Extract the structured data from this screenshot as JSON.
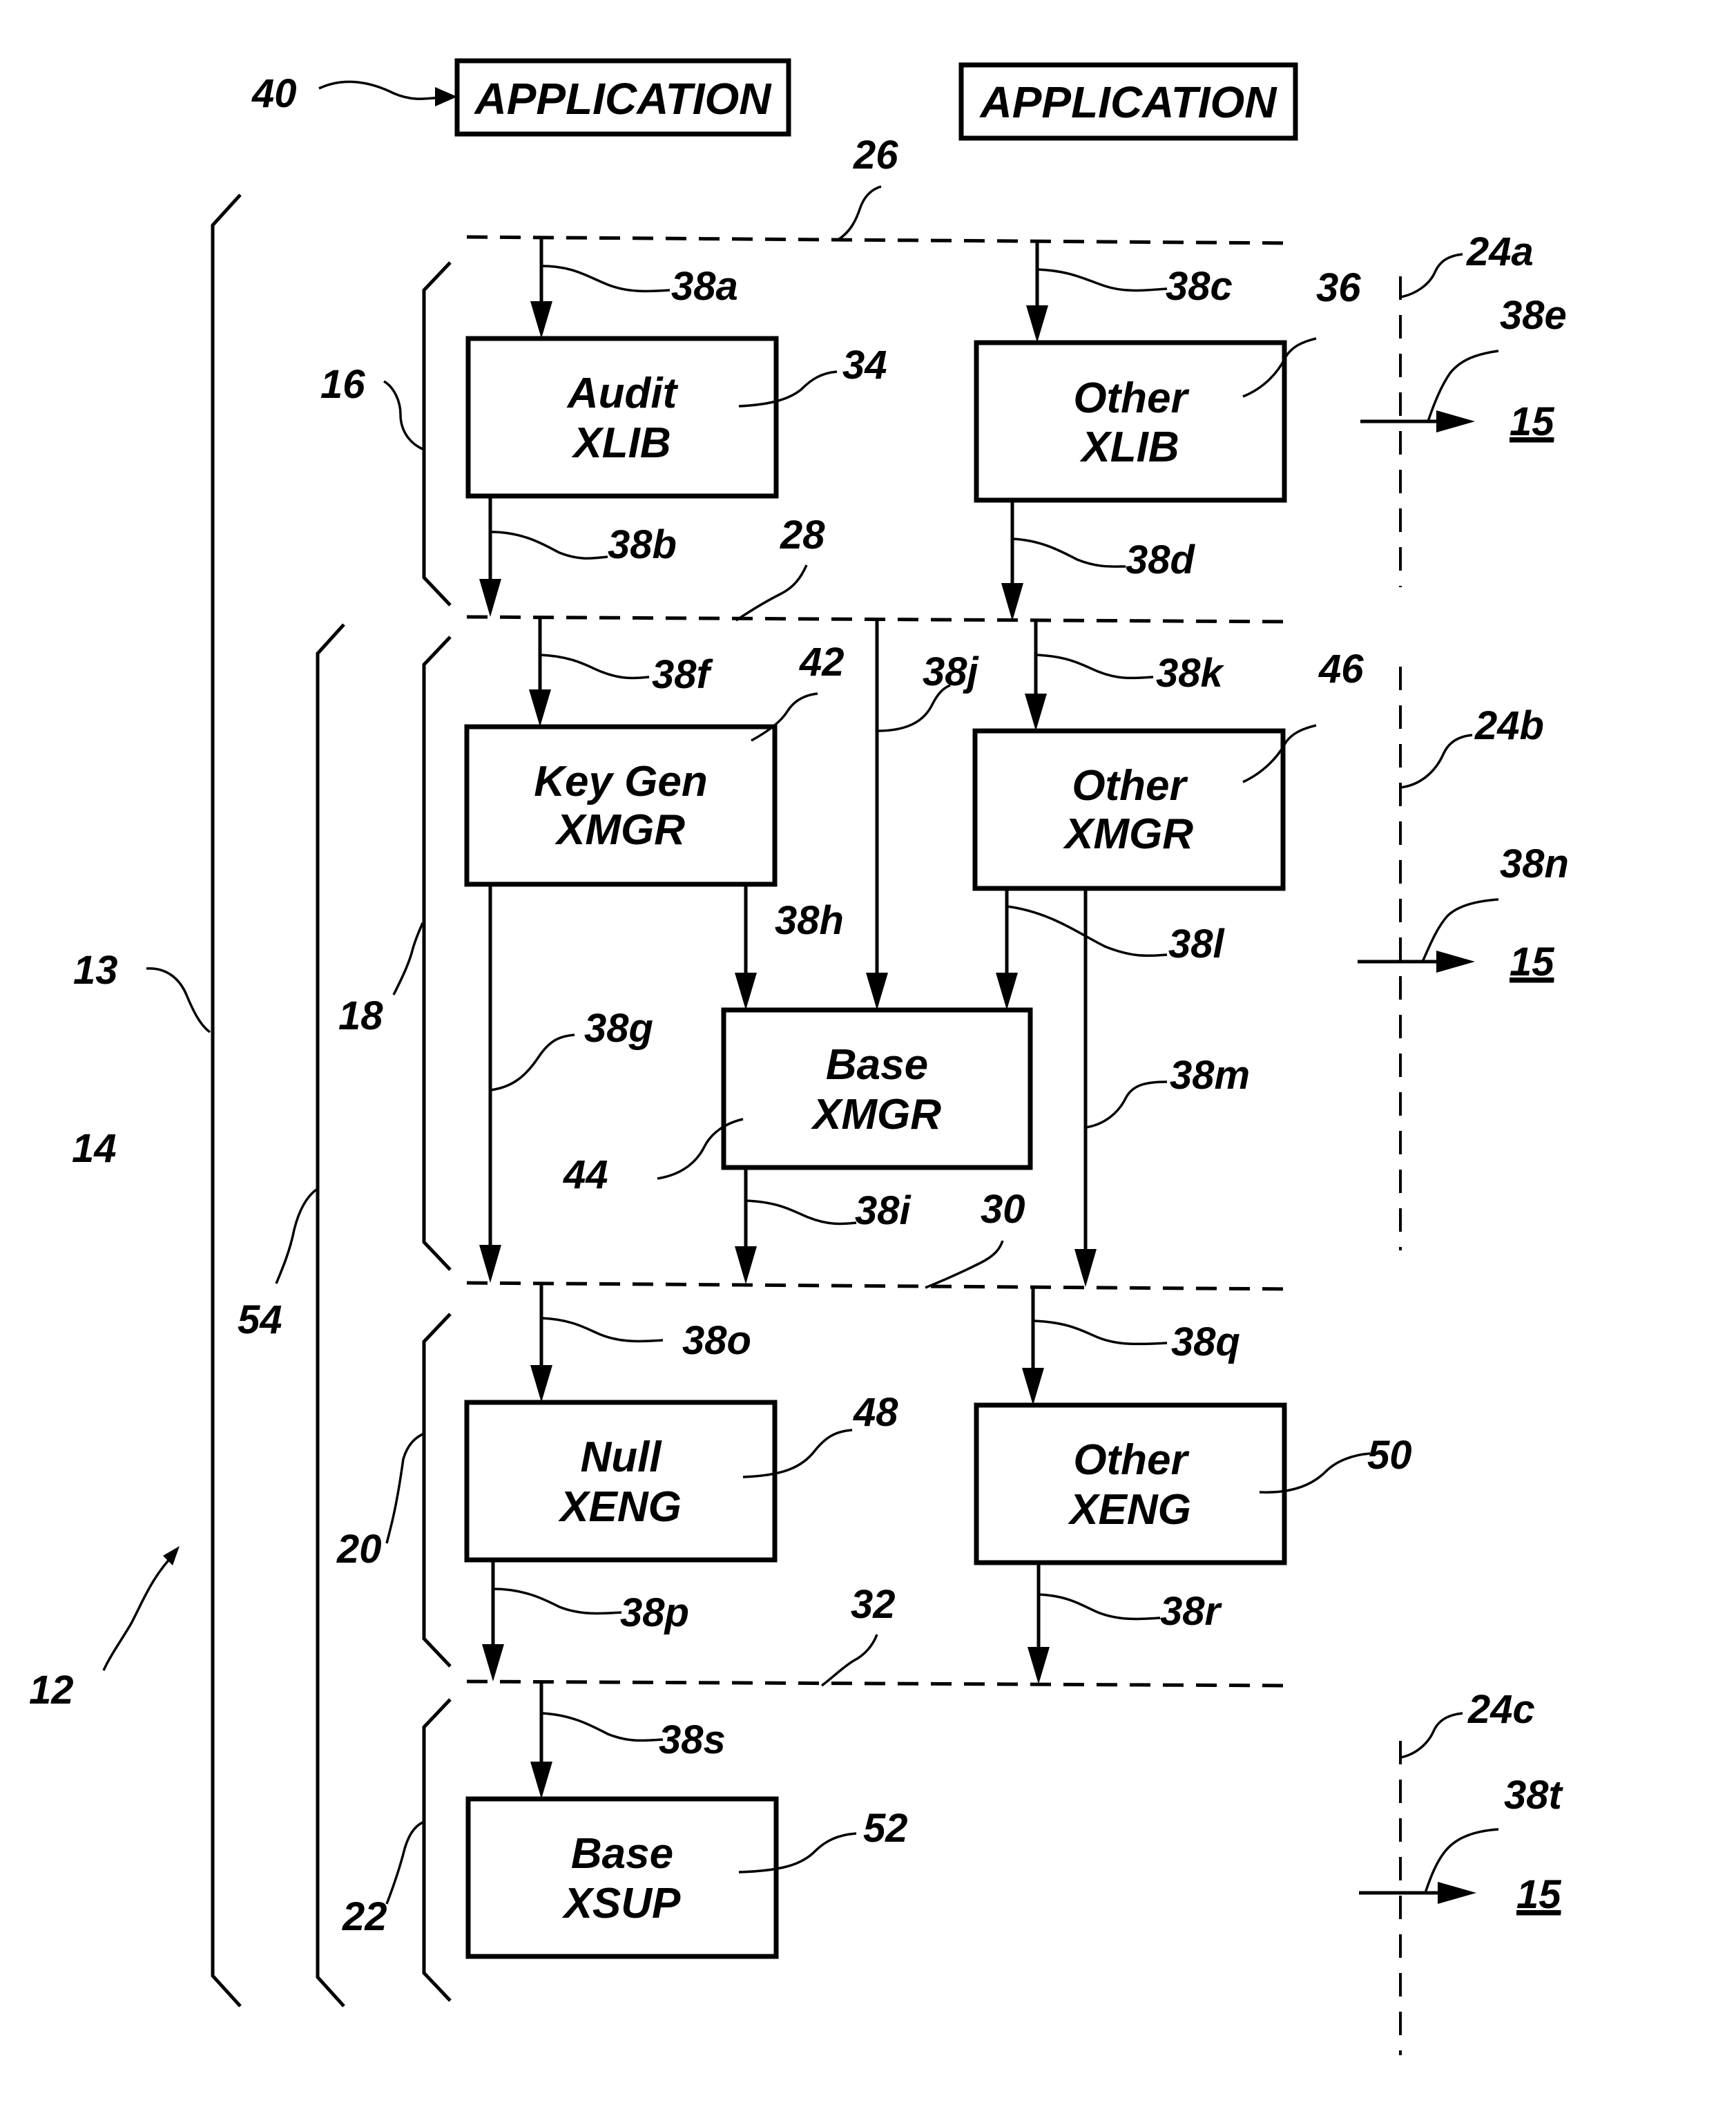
{
  "applications": [
    {
      "label": "APPLICATION",
      "ref": "40"
    },
    {
      "label": "APPLICATION"
    }
  ],
  "boxes": [
    {
      "id": "34",
      "line1": "Audit",
      "line2": "XLIB"
    },
    {
      "id": "36",
      "line1": "Other",
      "line2": "XLIB"
    },
    {
      "id": "42",
      "line1": "Key Gen",
      "line2": "XMGR"
    },
    {
      "id": "46",
      "line1": "Other",
      "line2": "XMGR"
    },
    {
      "id": "44",
      "line1": "Base",
      "line2": "XMGR"
    },
    {
      "id": "48",
      "line1": "Null",
      "line2": "XENG"
    },
    {
      "id": "50",
      "line1": "Other",
      "line2": "XENG"
    },
    {
      "id": "52",
      "line1": "Base",
      "line2": "XSUP"
    }
  ],
  "refs": {
    "r40": "40",
    "r26": "26",
    "r28": "28",
    "r30": "30",
    "r32": "32",
    "r24a": "24a",
    "r24b": "24b",
    "r24c": "24c",
    "r38a": "38a",
    "r38b": "38b",
    "r38c": "38c",
    "r38d": "38d",
    "r38e": "38e",
    "r38f": "38f",
    "r38g": "38g",
    "r38h": "38h",
    "r38i": "38i",
    "r38j": "38j",
    "r38k": "38k",
    "r38l": "38l",
    "r38m": "38m",
    "r38n": "38n",
    "r38o": "38o",
    "r38p": "38p",
    "r38q": "38q",
    "r38r": "38r",
    "r38s": "38s",
    "r38t": "38t",
    "r34": "34",
    "r36": "36",
    "r42": "42",
    "r44": "44",
    "r46": "46",
    "r48": "48",
    "r50": "50",
    "r52": "52",
    "r16": "16",
    "r18": "18",
    "r20": "20",
    "r22": "22",
    "r13": "13",
    "r14": "14",
    "r12": "12",
    "r54": "54",
    "r15a": "15",
    "r15b": "15",
    "r15c": "15"
  }
}
